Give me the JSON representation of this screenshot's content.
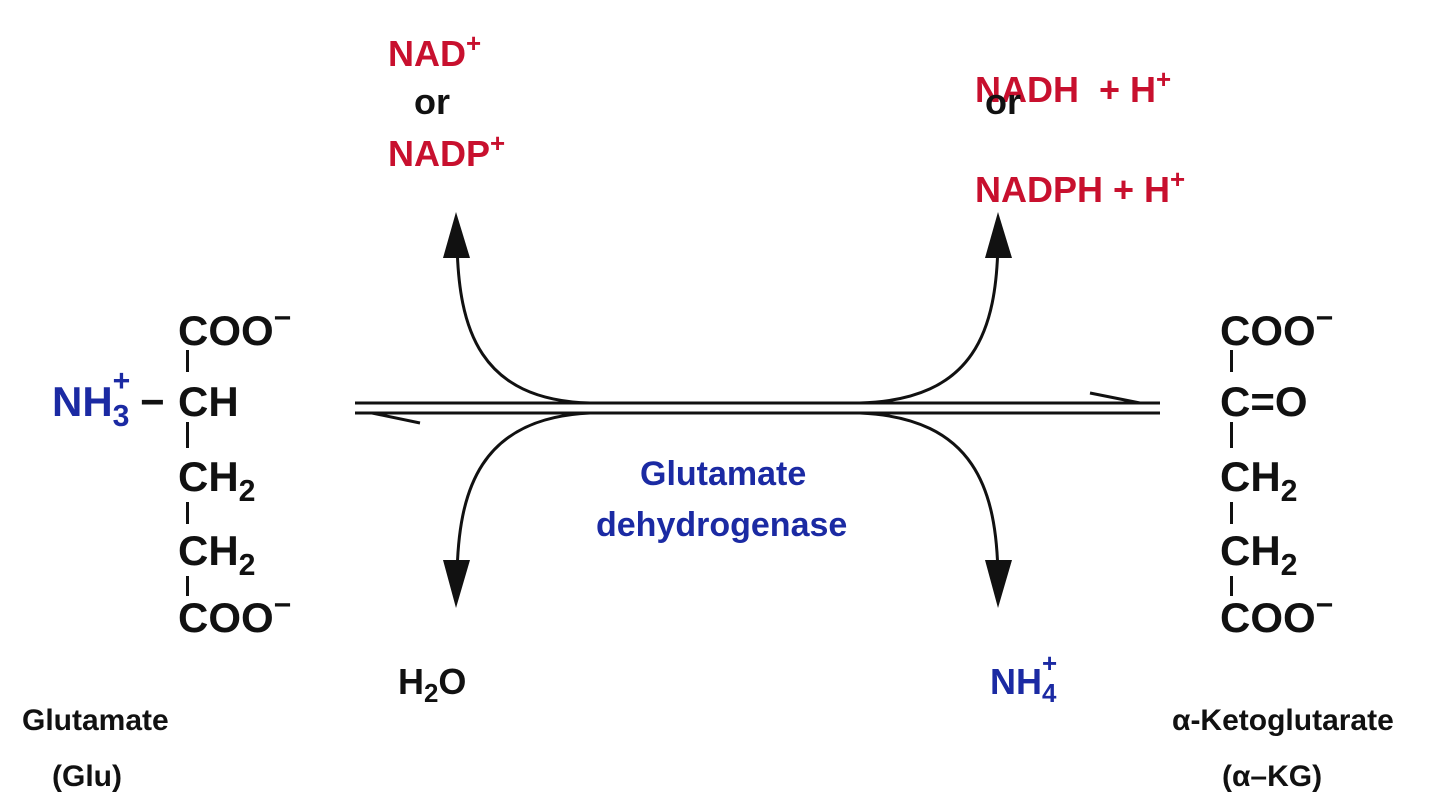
{
  "colors": {
    "cofactor": "#c8102e",
    "enzyme": "#1b2aa3",
    "nitrogen": "#1b2aa3",
    "text": "#111111"
  },
  "cofactors": {
    "top_left": {
      "line1": "NAD",
      "line1_sup": "+",
      "or": "or",
      "line3": "NADP",
      "line3_sup": "+"
    },
    "top_right": {
      "line1": "NADH  + H",
      "line1_sup": "+",
      "or": "or",
      "line3": "NADPH + H",
      "line3_sup": "+"
    }
  },
  "reactants": {
    "water": {
      "h": "H",
      "sub": "2",
      "o": "O"
    },
    "ammonium": {
      "main": "NH",
      "sub": "4",
      "sup": "+"
    }
  },
  "enzyme": {
    "line1": "Glutamate",
    "line2": "dehydrogenase"
  },
  "glutamate": {
    "row1": "COO",
    "row1_sup": "−",
    "nh": "NH",
    "nh_sub": "3",
    "nh_sup": "+",
    "dash": "−",
    "row2": "CH",
    "row3": "CH",
    "row3_sub": "2",
    "row4": "CH",
    "row4_sub": "2",
    "row5": "COO",
    "row5_sup": "−",
    "name": "Glutamate",
    "abbr": "(Glu)"
  },
  "ketoglutarate": {
    "row1": "COO",
    "row1_sup": "−",
    "row2": "C=O",
    "row3": "CH",
    "row3_sub": "2",
    "row4": "CH",
    "row4_sub": "2",
    "row5": "COO",
    "row5_sup": "−",
    "name": "α-Ketoglutarate",
    "abbr": "(α–KG)"
  }
}
